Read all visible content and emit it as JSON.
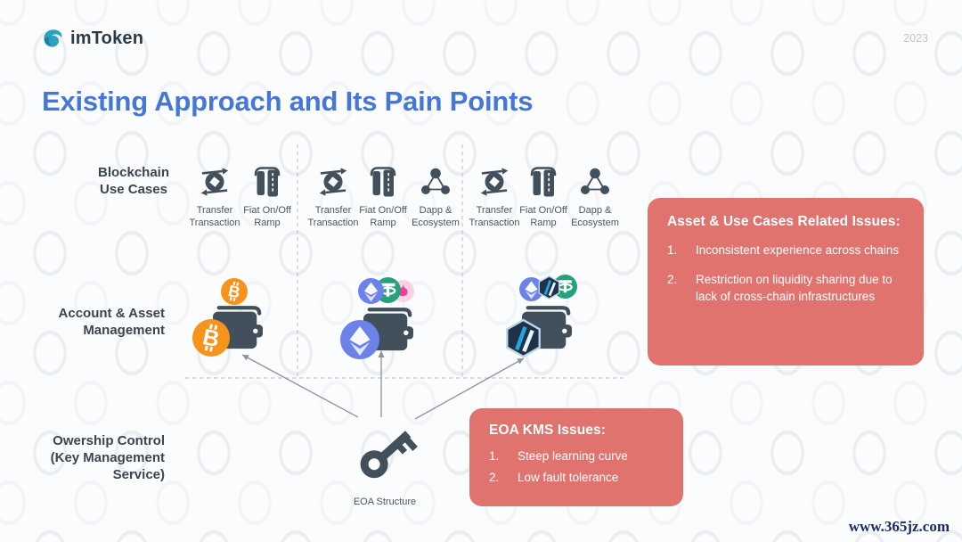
{
  "page": {
    "year": "2023",
    "watermark": "www.365jz.com"
  },
  "logo": {
    "text": "imToken"
  },
  "title": {
    "text": "Existing Approach and Its Pain Points"
  },
  "row_labels": {
    "blockchain": [
      "Blockchain",
      "Use Cases"
    ],
    "account": [
      "Account & Asset",
      "Management"
    ],
    "ownership": [
      "Owership Control",
      "(Key Management",
      "Service)"
    ]
  },
  "use_cases": {
    "transfer": "Transfer Transaction",
    "fiat": "Fiat On/Off Ramp",
    "dapp": "Dapp & Ecosystem"
  },
  "key": {
    "label": "EOA Structure"
  },
  "issues": {
    "asset": {
      "title": "Asset & Use Cases Related Issues:",
      "items": [
        {
          "num": "1.",
          "text": "Inconsistent experience across chains"
        },
        {
          "num": "2.",
          "text": "Restriction on liquidity sharing due to lack of cross-chain infrastructures"
        }
      ]
    },
    "eoa": {
      "title": "EOA KMS Issues:",
      "items": [
        {
          "num": "1.",
          "text": "Steep learning curve"
        },
        {
          "num": "2.",
          "text": "Low fault tolerance"
        }
      ]
    }
  },
  "icons": {
    "logo": "imtoken-swirl-icon",
    "transfer": "transfer-transaction-icon",
    "fiat": "fiat-onoff-ramp-icon",
    "dapp": "dapp-ecosystem-icon",
    "wallet": "wallet-icon",
    "key": "key-icon",
    "bitcoin": "bitcoin-coin-icon",
    "ethereum": "ethereum-coin-icon",
    "tether": "tether-coin-icon",
    "uniswap": "uniswap-coin-icon",
    "arbitrum": "arbitrum-coin-icon"
  },
  "colors": {
    "accent_red": "#e0736e",
    "title_blue": "#4577d4",
    "slate": "#42505c",
    "bitcoin_orange": "#f7931a",
    "ethereum_blue": "#6b82e8",
    "tether_green": "#26a17b",
    "uniswap_pink": "#f03d96",
    "arbitrum_navy": "#213147",
    "arbitrum_blue": "#1fa7e0"
  }
}
